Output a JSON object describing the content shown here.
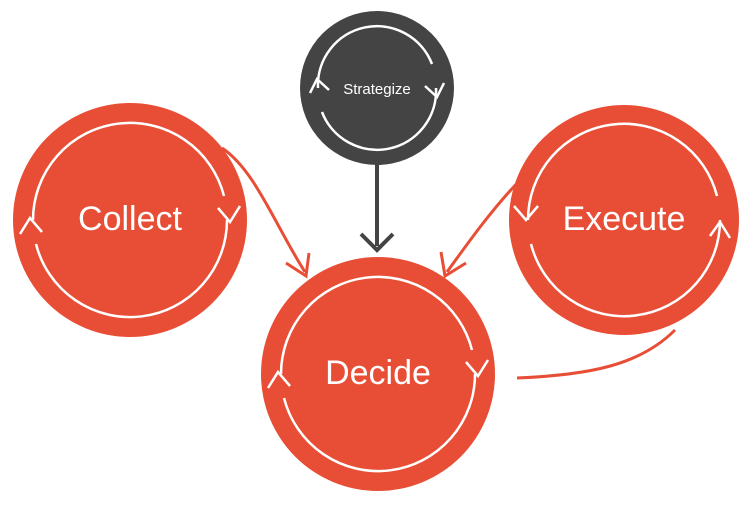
{
  "diagram": {
    "nodes": {
      "strategize": {
        "label": "Strategize",
        "color": "#444444"
      },
      "collect": {
        "label": "Collect",
        "color": "#E84E36"
      },
      "decide": {
        "label": "Decide",
        "color": "#E84E36"
      },
      "execute": {
        "label": "Execute",
        "color": "#E84E36"
      }
    },
    "edges": [
      {
        "from": "strategize",
        "to": "decide",
        "color": "#444444"
      },
      {
        "from": "collect",
        "to": "decide",
        "color": "#E84E36"
      },
      {
        "from": "execute",
        "to": "decide",
        "color": "#E84E36"
      },
      {
        "from": "decide",
        "to": "execute",
        "color": "#E84E36"
      }
    ],
    "icons": {
      "cycle": "cycle-arrows-icon"
    }
  }
}
